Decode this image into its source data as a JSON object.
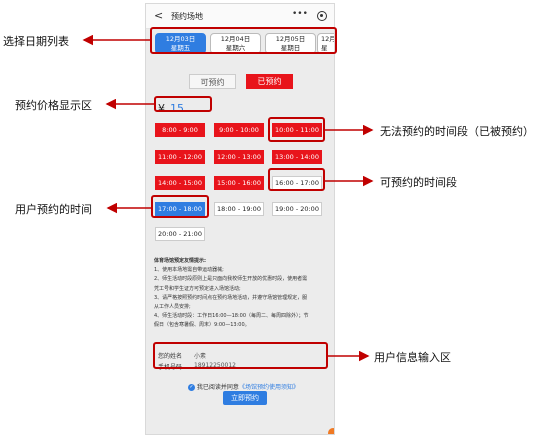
{
  "nav": {
    "back": "<",
    "title": "预约场地",
    "more": "•••"
  },
  "dates": [
    {
      "date": "12月03日",
      "weekday": "星期五"
    },
    {
      "date": "12月04日",
      "weekday": "星期六"
    },
    {
      "date": "12月05日",
      "weekday": "星期日"
    },
    {
      "date": "12月0",
      "weekday": "星"
    }
  ],
  "toggle": {
    "available": "可预约",
    "booked": "已预约"
  },
  "price": {
    "symbol": "¥",
    "value": "15"
  },
  "slots": [
    {
      "label": "8:00 - 9:00",
      "state": "booked"
    },
    {
      "label": "9:00 - 10:00",
      "state": "booked"
    },
    {
      "label": "10:00 - 11:00",
      "state": "booked"
    },
    {
      "label": "11:00 - 12:00",
      "state": "booked"
    },
    {
      "label": "12:00 - 13:00",
      "state": "booked"
    },
    {
      "label": "13:00 - 14:00",
      "state": "booked"
    },
    {
      "label": "14:00 - 15:00",
      "state": "booked"
    },
    {
      "label": "15:00 - 16:00",
      "state": "booked"
    },
    {
      "label": "16:00 - 17:00",
      "state": "free"
    },
    {
      "label": "17:00 - 18:00",
      "state": "mine"
    },
    {
      "label": "18:00 - 19:00",
      "state": "free"
    },
    {
      "label": "19:00 - 20:00",
      "state": "free"
    },
    {
      "label": "20:00 - 21:00",
      "state": "free"
    }
  ],
  "tips": [
    "体育场馆预定友情提示:",
    "1、使用本场地需自带运动器械;",
    "2、师生活动时段原则上是只面向我校师生开放的优惠时段，使用者需",
    "凭工号和学生证方可预定进入场馆活动;",
    "3、请严格按照预约时间点在预约场地活动，并遵守场馆管理规定，服",
    "从工作人员安排;",
    "4、师生活动时段：工作日16:00—18:00（每周二、每周四除外）；节",
    "假日（包含寒暑假、周末）9:00—13:00。"
  ],
  "form": {
    "name_label": "您的姓名",
    "name_value": "小素",
    "phone_label": "手机号码",
    "phone_value": "18912250012"
  },
  "agree": {
    "check": "✓",
    "text": "我已阅读并同意",
    "link": "《场馆预约使用须知》"
  },
  "book_button": "立即预约",
  "annotations": {
    "date_list": "选择日期列表",
    "price_area": "预约价格显示区",
    "unavailable": "无法预约的时间段（已被预约）",
    "available": "可预约的时间段",
    "user_booked": "用户预约的时间",
    "user_info": "用户信息输入区"
  },
  "colors": {
    "annotation": "#c00000",
    "booked": "#e8141b",
    "selected": "#2f7de1"
  }
}
